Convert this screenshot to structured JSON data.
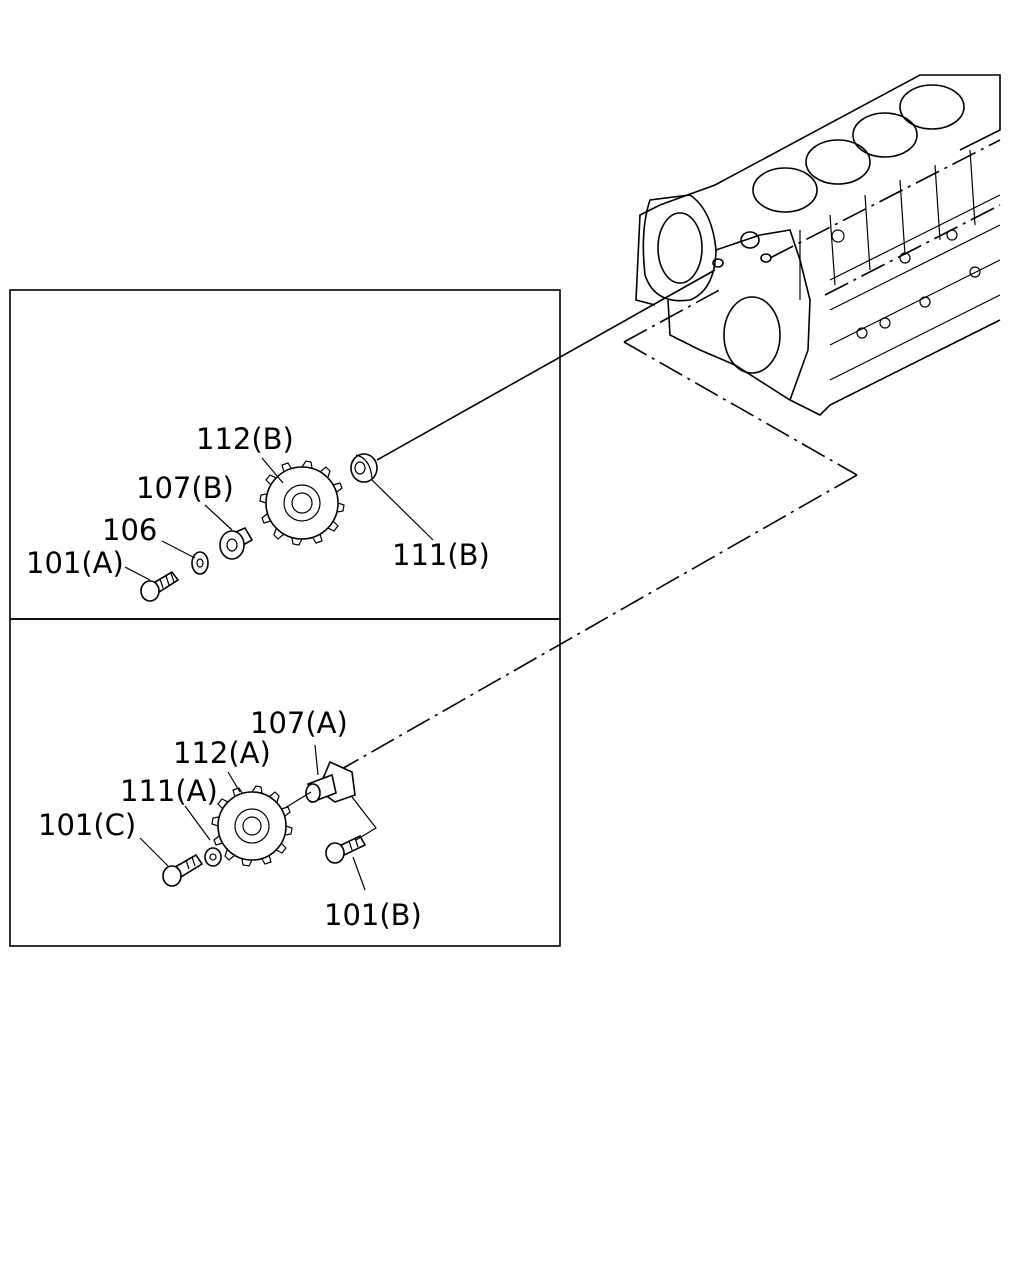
{
  "callouts": {
    "upper": {
      "part_112B": "112(B)",
      "part_107B": "107(B)",
      "part_106": "106",
      "part_101A": "101(A)",
      "part_111B": "111(B)"
    },
    "lower": {
      "part_107A": "107(A)",
      "part_112A": "112(A)",
      "part_111A": "111(A)",
      "part_101C": "101(C)",
      "part_101B": "101(B)"
    }
  },
  "icons": {
    "engine_block": "engine-block-icon",
    "gear": "gear-icon",
    "bolt": "bolt-icon",
    "washer": "washer-icon",
    "shaft": "idler-shaft-icon"
  }
}
